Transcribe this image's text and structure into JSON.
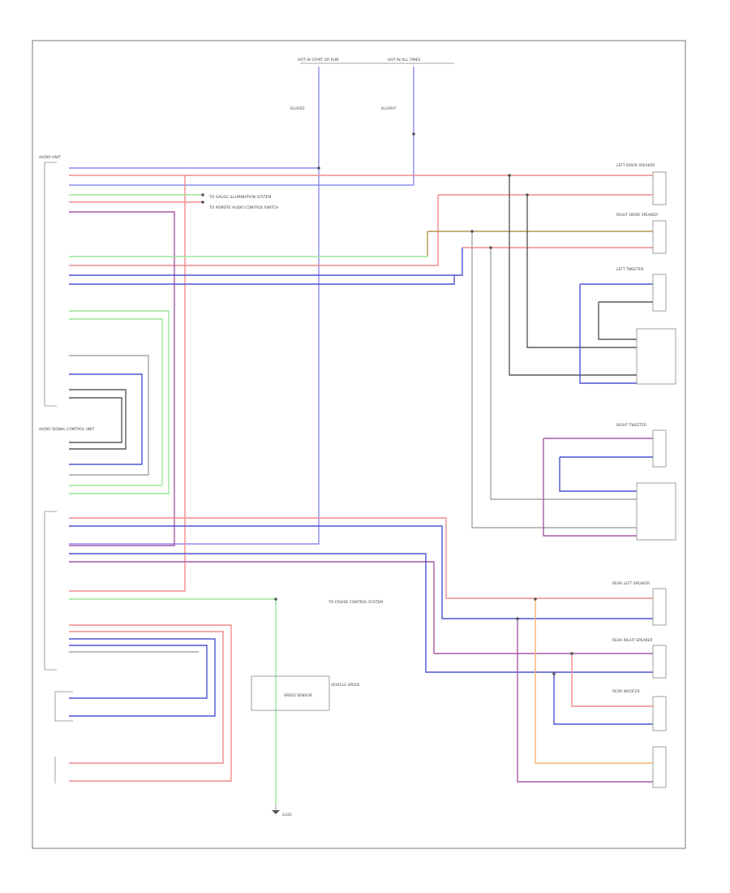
{
  "figure_id": "",
  "top_sources": {
    "left": {
      "title": "HOT IN START OR RUN",
      "wire_label": "BLU/RED"
    },
    "right": {
      "title": "HOT IN ALL TIMES",
      "wire_label": "BLU/WHT"
    }
  },
  "components": {
    "audio_unit": "AUDIO UNIT",
    "audio_control_unit": "AUDIO SIGNAL CONTROL UNIT",
    "left_door_speaker": "LEFT DOOR SPEAKER",
    "right_door_speaker": "RIGHT DOOR SPEAKER",
    "left_tweeter": "LEFT TWEETER",
    "right_tweeter": "RIGHT TWEETER",
    "rear_left_speaker": "REAR LEFT SPEAKER",
    "rear_right_speaker": "REAR RIGHT SPEAKER",
    "rear_woofer": "REAR WOOFER",
    "speed_sensor": "SPEED SENSOR",
    "ground": "G101"
  },
  "notes": {
    "audio_note_1": "TO GAUGE ILLUMINATION SYSTEM",
    "audio_note_2": "TO REMOTE AUDIO CONTROL SWITCH",
    "cruise_note": "TO CRUISE CONTROL SYSTEM",
    "speed_note": "VEHICLE SPEED"
  },
  "wire_colors": {
    "blue": "#8c8cf0",
    "red": "#f08c8c",
    "green": "#9ce69c",
    "orange": "#f2b46e",
    "violet": "#a65aa6",
    "navy": "#4b55d2",
    "black": "#5a5a5a",
    "gray": "#a6a6a6",
    "olive": "#b49650"
  }
}
